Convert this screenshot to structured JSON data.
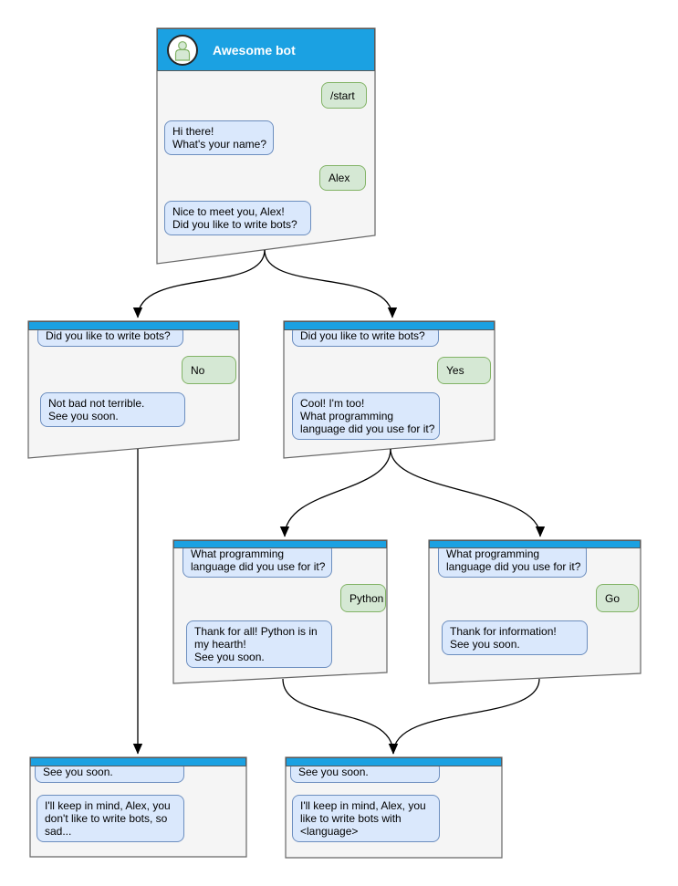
{
  "colors": {
    "header_blue": "#1BA1E2",
    "window_fill": "#F5F5F5",
    "window_border": "#666666",
    "bot_bubble_fill": "#DAE8FC",
    "bot_bubble_border": "#6C8EBF",
    "user_bubble_fill": "#D5E8D4",
    "user_bubble_border": "#82B366",
    "arrow": "#000000"
  },
  "windows": {
    "root": {
      "title": "Awesome bot",
      "avatar_icon": "person",
      "messages": [
        {
          "from": "user",
          "text": "/start"
        },
        {
          "from": "bot",
          "text": "Hi there!\nWhat's your name?"
        },
        {
          "from": "user",
          "text": "Alex"
        },
        {
          "from": "bot",
          "text": "Nice to meet you, Alex!\nDid you like to write bots?"
        }
      ]
    },
    "no_branch": {
      "messages": [
        {
          "from": "bot",
          "text": "Did you like to write bots?"
        },
        {
          "from": "user",
          "text": "No"
        },
        {
          "from": "bot",
          "text": "Not bad not terrible.\nSee you soon."
        }
      ]
    },
    "yes_branch": {
      "messages": [
        {
          "from": "bot",
          "text": "Did you like to write bots?"
        },
        {
          "from": "user",
          "text": "Yes"
        },
        {
          "from": "bot",
          "text": "Cool! I'm too!\nWhat programming\nlanguage did you use for it?"
        }
      ]
    },
    "python_branch": {
      "messages": [
        {
          "from": "bot",
          "text": "What programming\nlanguage did you use for it?"
        },
        {
          "from": "user",
          "text": "Python"
        },
        {
          "from": "bot",
          "text": "Thank for all! Python is in\nmy hearth!\nSee you soon."
        }
      ]
    },
    "go_branch": {
      "messages": [
        {
          "from": "bot",
          "text": "What programming\nlanguage did you use for it?"
        },
        {
          "from": "user",
          "text": "Go"
        },
        {
          "from": "bot",
          "text": "Thank for information!\nSee you soon."
        }
      ]
    },
    "end_no": {
      "messages": [
        {
          "from": "bot",
          "text": "See you soon."
        },
        {
          "from": "bot",
          "text": "I'll keep in mind, Alex, you\ndon't like to write bots, so\nsad..."
        }
      ]
    },
    "end_yes": {
      "messages": [
        {
          "from": "bot",
          "text": "See you soon."
        },
        {
          "from": "bot",
          "text": "I'll keep in mind, Alex, you\nlike to write bots with\n<language>"
        }
      ]
    }
  },
  "edges": [
    {
      "from": "root",
      "to": "no_branch"
    },
    {
      "from": "root",
      "to": "yes_branch"
    },
    {
      "from": "no_branch",
      "to": "end_no"
    },
    {
      "from": "yes_branch",
      "to": "python_branch"
    },
    {
      "from": "yes_branch",
      "to": "go_branch"
    },
    {
      "from": "python_branch",
      "to": "end_yes"
    },
    {
      "from": "go_branch",
      "to": "end_yes"
    }
  ]
}
